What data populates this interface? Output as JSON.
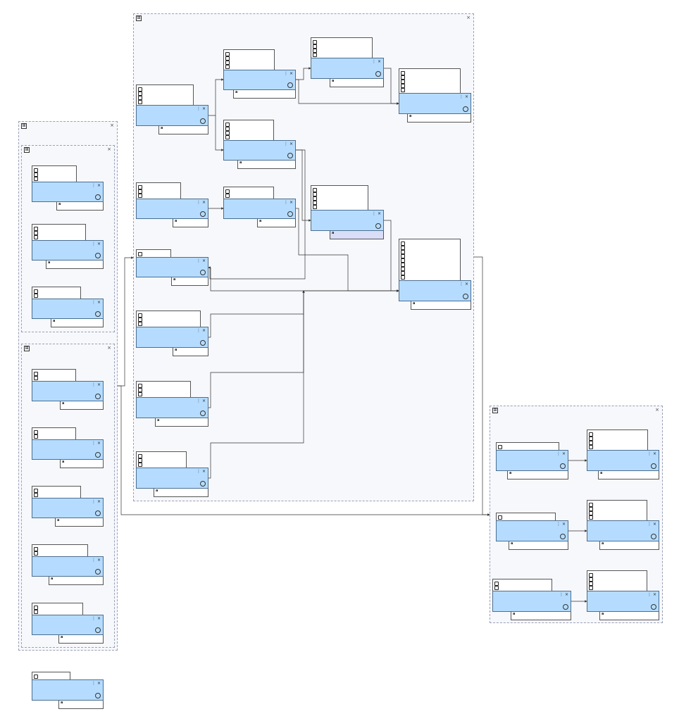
{
  "icons": {
    "expand": "expand-icon",
    "close": "close-icon",
    "menu": "menu-icon",
    "status": "check-circle-icon",
    "port": "port-icon"
  },
  "glyphs": {
    "expand": "⊞",
    "close": "×",
    "menu": "⋮",
    "status": "⊘"
  },
  "colors": {
    "node_fill": "#b5dcff",
    "node_border": "#4b6e8f",
    "group_fill": "#f7f8fc",
    "edge": "#333333"
  },
  "groups": [
    {
      "id": "g-left-outer"
    },
    {
      "id": "g-left-top"
    },
    {
      "id": "g-left-bottom"
    },
    {
      "id": "g-center"
    },
    {
      "id": "g-right"
    }
  ],
  "nodes": [
    {
      "id": "n-lt-1",
      "inputs": 3,
      "output_label": "a"
    },
    {
      "id": "n-lt-2",
      "inputs": 3,
      "output_label": "a"
    },
    {
      "id": "n-lt-3",
      "inputs": 2,
      "output_label": "a"
    },
    {
      "id": "n-lb-1",
      "inputs": 2,
      "output_label": "a"
    },
    {
      "id": "n-lb-2",
      "inputs": 2,
      "output_label": "a"
    },
    {
      "id": "n-lb-3",
      "inputs": 2,
      "output_label": "a"
    },
    {
      "id": "n-lb-4",
      "inputs": 2,
      "output_label": "a"
    },
    {
      "id": "n-lb-5",
      "inputs": 2,
      "output_label": "a"
    },
    {
      "id": "n-c-1",
      "inputs": 4,
      "output_label": "a"
    },
    {
      "id": "n-c-2",
      "inputs": 3,
      "output_label": "a"
    },
    {
      "id": "n-c-3",
      "inputs": 1,
      "output_label": "a"
    },
    {
      "id": "n-c-4",
      "inputs": 3,
      "output_label": "a"
    },
    {
      "id": "n-c-5",
      "inputs": 3,
      "output_label": "a"
    },
    {
      "id": "n-c-6",
      "inputs": 3,
      "output_label": "a"
    },
    {
      "id": "n-c-7",
      "inputs": 4,
      "output_label": "a"
    },
    {
      "id": "n-c-8",
      "inputs": 4,
      "output_label": "a"
    },
    {
      "id": "n-c-9",
      "inputs": 2,
      "output_label": "a"
    },
    {
      "id": "n-c-10",
      "inputs": 4,
      "output_label": "a"
    },
    {
      "id": "n-c-11",
      "inputs": 5,
      "output_label": "a"
    },
    {
      "id": "n-c-12",
      "inputs": 5,
      "output_label": "a"
    },
    {
      "id": "n-c-13",
      "inputs": 9,
      "output_label": "a"
    },
    {
      "id": "n-r-1",
      "inputs": 1,
      "output_label": "a"
    },
    {
      "id": "n-r-2",
      "inputs": 4,
      "output_label": "a"
    },
    {
      "id": "n-r-3",
      "inputs": 1,
      "output_label": "a"
    },
    {
      "id": "n-r-4",
      "inputs": 4,
      "output_label": "a"
    },
    {
      "id": "n-r-5",
      "inputs": 2,
      "output_label": "a"
    },
    {
      "id": "n-r-6",
      "inputs": 4,
      "output_label": "a"
    },
    {
      "id": "n-solo",
      "inputs": 1,
      "output_label": "a"
    }
  ]
}
